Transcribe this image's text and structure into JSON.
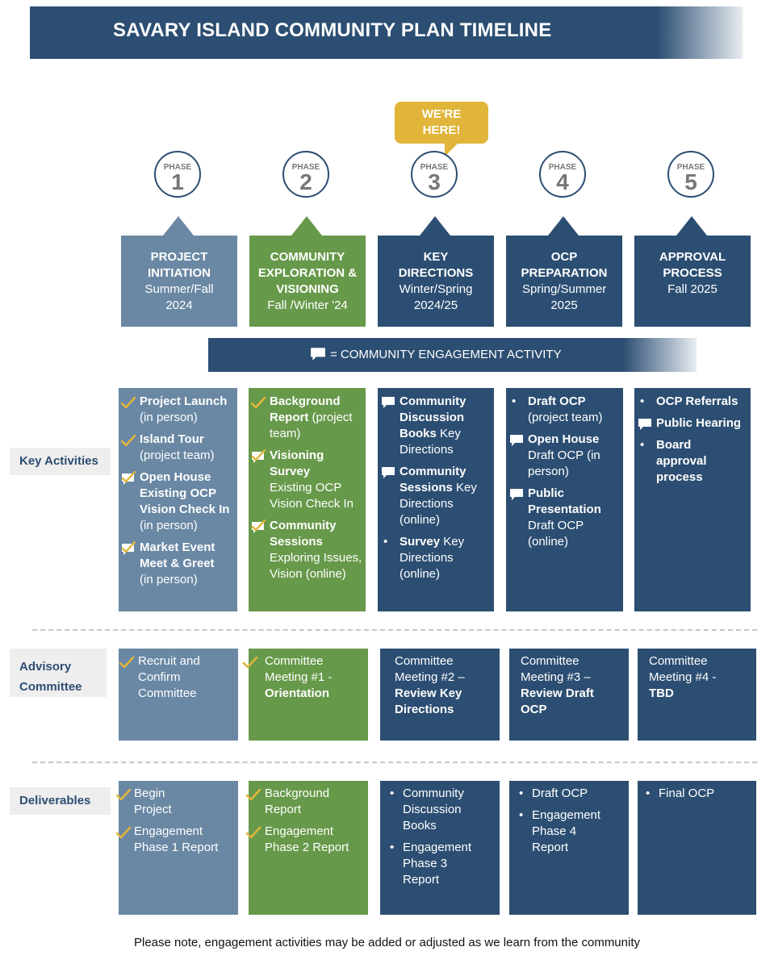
{
  "title": "SAVARY ISLAND COMMUNITY PLAN TIMELINE",
  "callout": "WE'RE HERE!",
  "phase_word": "PHASE",
  "phases": [
    {
      "num": "1",
      "title": "PROJECT INITIATION",
      "date": "Summer/Fall 2024",
      "color": "#6a88a4"
    },
    {
      "num": "2",
      "title": "COMMUNITY EXPLORATION & VISIONING",
      "date": "Fall /Winter '24",
      "color": "#67994a"
    },
    {
      "num": "3",
      "title": "KEY DIRECTIONS",
      "date": "Winter/Spring 2024/25",
      "color": "#2c4e72"
    },
    {
      "num": "4",
      "title": "OCP PREPARATION",
      "date": "Spring/Summer 2025",
      "color": "#2c4e72"
    },
    {
      "num": "5",
      "title": "APPROVAL PROCESS",
      "date": "Fall 2025",
      "color": "#2c4e72"
    }
  ],
  "engagement_legend": "= COMMUNITY ENGAGEMENT ACTIVITY",
  "rows": {
    "key_activities": "Key Activities",
    "advisory": "Advisory Committee",
    "deliverables": "Deliverables"
  },
  "key_activities": {
    "p1": [
      {
        "bold": "Project Launch",
        "rest": "(in person)"
      },
      {
        "bold": "Island Tour",
        "rest": "(project team)"
      },
      {
        "bold": "Open House Existing OCP Vision Check In",
        "rest": "(in person)"
      },
      {
        "bold": "Market Event Meet & Greet",
        "rest": "(in person)"
      }
    ],
    "p2": [
      {
        "bold": "Background Report",
        "rest": "(project team)"
      },
      {
        "bold": "Visioning Survey",
        "rest": "Existing OCP Vision Check In"
      },
      {
        "bold": "Community Sessions",
        "rest": "Exploring Issues, Vision (online)"
      }
    ],
    "p3": [
      {
        "bold": "Community Discussion Books",
        "rest": "Key Directions"
      },
      {
        "bold": "Community Sessions",
        "rest": "Key Directions (online)"
      },
      {
        "bold": "Survey",
        "rest": "Key Directions (online)"
      }
    ],
    "p4": [
      {
        "bold": "Draft OCP",
        "rest": "(project team)"
      },
      {
        "bold": "Open House",
        "rest": "Draft OCP (in person)"
      },
      {
        "bold": "Public Presentation",
        "rest": "Draft OCP (online)"
      }
    ],
    "p5": [
      {
        "bold": "OCP Referrals",
        "rest": ""
      },
      {
        "bold": "Public Hearing",
        "rest": ""
      },
      {
        "bold": "Board approval process",
        "rest": ""
      }
    ]
  },
  "advisory": {
    "p1": {
      "text": "Recruit and Confirm Committee",
      "bold": ""
    },
    "p2": {
      "text": "Committee Meeting #1 -",
      "bold": "Orientation"
    },
    "p3": {
      "text": "Committee Meeting #2 –",
      "bold": "Review Key Directions"
    },
    "p4": {
      "text": "Committee Meeting #3 –",
      "bold": "Review Draft OCP"
    },
    "p5": {
      "text": "Committee Meeting #4 -",
      "bold": "TBD"
    }
  },
  "deliverables": {
    "p1": [
      "Begin Project",
      "Engagement Phase 1 Report"
    ],
    "p2": [
      "Background Report",
      "Engagement Phase 2 Report"
    ],
    "p3": [
      "Community Discussion Books",
      "Engagement Phase 3 Report"
    ],
    "p4": [
      "Draft OCP",
      "Engagement Phase 4 Report"
    ],
    "p5": [
      "Final OCP"
    ]
  },
  "footnote": "Please note, engagement activities may be added or adjusted as we learn from the community",
  "colors": {
    "navy": "#2c4e72",
    "slate": "#6a88a4",
    "green": "#67994a",
    "gold": "#e1b53a"
  },
  "icons": {
    "check": "check-icon",
    "speech": "speech-bubble-icon",
    "check_speech": "checked-speech-bubble-icon"
  }
}
